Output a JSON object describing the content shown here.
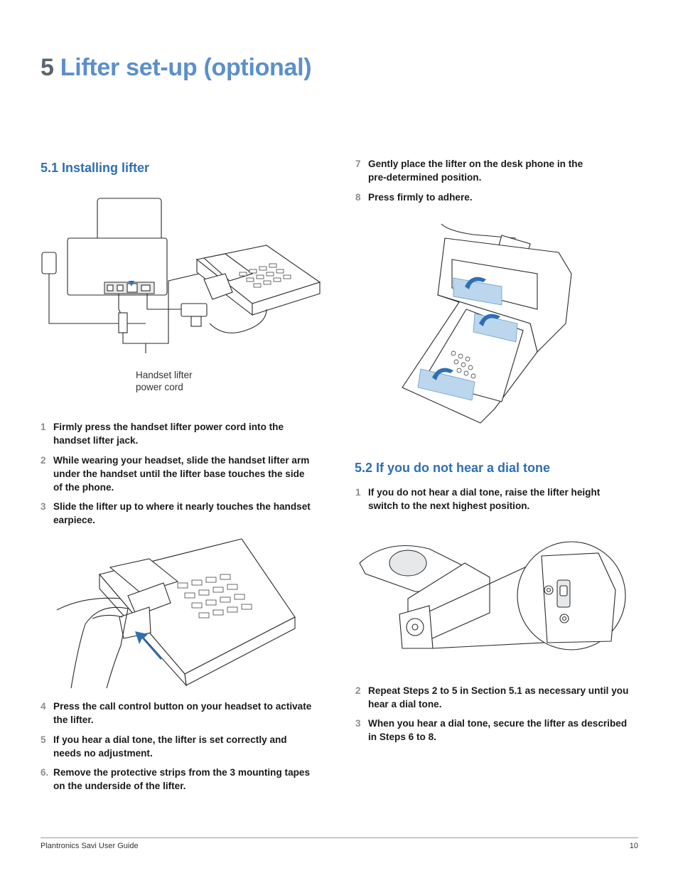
{
  "page": {
    "chapter_number": "5",
    "chapter_title": "Lifter set-up (optional)"
  },
  "section1": {
    "heading": "5.1 Installing lifter",
    "figure_caption_line1": "Handset lifter",
    "figure_caption_line2": "power cord",
    "steps": [
      {
        "num": "1",
        "line1": "Firmly press the handset lifter power cord into the",
        "line2": "handset lifter jack."
      },
      {
        "num": "2",
        "line1": "While wearing your headset, slide the handset lifter arm",
        "line2": "under the handset until the lifter base touches the side",
        "line3": "of the phone."
      },
      {
        "num": "3",
        "line1": "Slide the lifter up to where it nearly touches the handset",
        "line2": "earpiece."
      },
      {
        "num": "4",
        "line1": "Press the call control button on your headset to activate",
        "line2": "the lifter."
      },
      {
        "num": "5",
        "line1": "If you hear a dial tone, the lifter is set correctly and",
        "line2": "needs no adjustment."
      },
      {
        "num": "6.",
        "line1": "Remove the protective strips from the 3 mounting tapes",
        "line2": "on the underside of the lifter."
      }
    ]
  },
  "section1_continued": {
    "steps": [
      {
        "num": "7",
        "line1": "Gently place the lifter on the desk phone in the",
        "line2": "pre-determined position."
      },
      {
        "num": "8",
        "line1": "Press firmly to adhere."
      }
    ]
  },
  "section2": {
    "heading": "5.2 If you do not hear a dial tone",
    "steps": [
      {
        "num": "1",
        "line1": "If you do not hear a dial tone, raise the lifter height",
        "line2": "switch to the next highest position."
      },
      {
        "num": "2",
        "line1": "Repeat Steps 2 to 5 in Section 5.1 as necessary until you",
        "line2": "hear a dial tone."
      },
      {
        "num": "3",
        "line1": "When you hear a dial tone, secure the lifter as described",
        "line2": "in Steps 6 to 8."
      }
    ]
  },
  "footer": {
    "guide_name": "Plantronics Savi User Guide",
    "page_number": "10"
  },
  "colors": {
    "title_blue": "#5b8fcc",
    "heading_blue": "#2e6fb4",
    "step_number_grey": "#888f96"
  }
}
